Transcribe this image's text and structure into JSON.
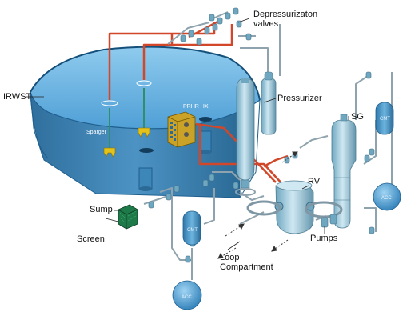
{
  "labels": {
    "depressurization": [
      "Depressurizaton",
      "valves"
    ],
    "irwst": "IRWST",
    "pressurizer": "Pressurizer",
    "sg": "SG",
    "sparger": "Sparger",
    "prhr_hx": "PRHR HX",
    "rv": "RV",
    "sump": "Sump",
    "screen": "Screen",
    "pumps": "Pumps",
    "loop_compartment": [
      "Loop",
      "Compartment"
    ],
    "cmt": "CMT",
    "acc": "ACC"
  },
  "colors": {
    "water": "#4f9fd6",
    "water_top": "#7fc0ea",
    "tank_wall": "#3d86b8",
    "tank_rim": "#1f5f8f",
    "pipe_red": "#d2472a",
    "pipe_gray": "#8ea3ad",
    "vessel": "#a9cfe0",
    "vessel_dark": "#6aa0b8",
    "screen_box": "#1f7a4a",
    "prhr_box": "#c9a227",
    "sparger": "#e3c21c"
  }
}
